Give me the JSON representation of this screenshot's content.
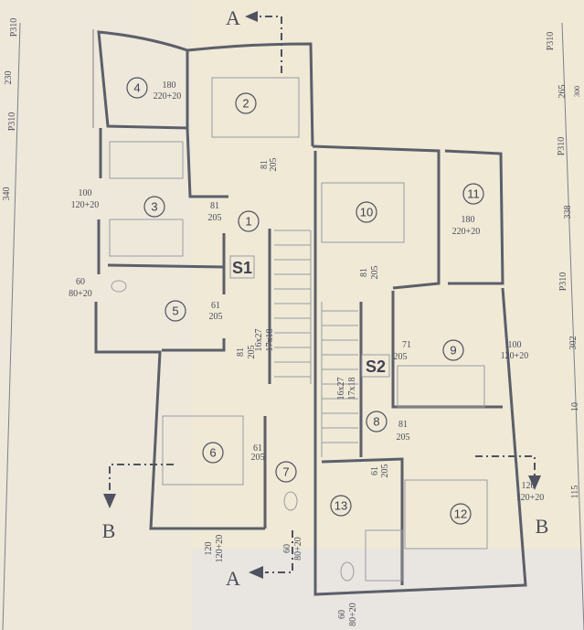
{
  "rooms": [
    "1",
    "2",
    "3",
    "4",
    "5",
    "6",
    "7",
    "8",
    "9",
    "10",
    "11",
    "12",
    "13"
  ],
  "stairs": {
    "s1": "S1",
    "s2": "S2",
    "steps_a": "16x27",
    "steps_b": "17x18"
  },
  "sections": {
    "a": "A",
    "b": "B"
  },
  "openings": {
    "w4_top": "180",
    "w4_bot": "220+20",
    "w3_top": "100",
    "w3_bot": "120+20",
    "w5_top": "60",
    "w5_bot": "80+20",
    "d1_top": "81",
    "d1_bot": "205",
    "d2_top": "81",
    "d2_bot": "205",
    "d5_top": "61",
    "d5_bot": "205",
    "d6_top": "81",
    "d6_bot": "205",
    "d7_top": "61",
    "d7_bot": "205",
    "w6_top": "120",
    "w6_bot": "120+20",
    "w7_top": "60",
    "w7_bot": "80+20",
    "d10_top": "81",
    "d10_bot": "205",
    "w11_top": "180",
    "w11_bot": "220+20",
    "d9_top": "71",
    "d9_bot": "205",
    "w9_top": "100",
    "w9_bot": "120+20",
    "d8_top": "81",
    "d8_bot": "205",
    "d13_top": "61",
    "d13_bot": "205",
    "w12_top": "120",
    "w12_bot": "120+20",
    "w13_top": "60",
    "w13_bot": "80+20"
  },
  "axes": {
    "left": {
      "seg1": "230",
      "seg2": "340",
      "mark": "P310"
    },
    "right": {
      "seg1": "265",
      "seg1b": "300",
      "seg2": "338",
      "seg3": "302",
      "seg4": "10",
      "seg5": "115",
      "mark": "P310"
    }
  }
}
